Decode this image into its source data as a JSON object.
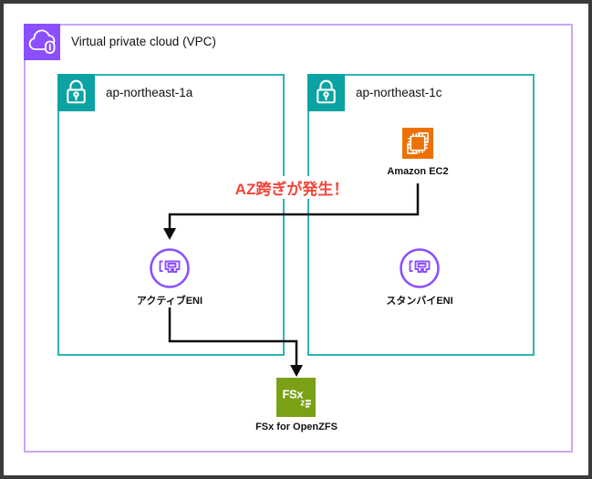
{
  "vpc": {
    "label": "Virtual private cloud (VPC)"
  },
  "azs": [
    {
      "label": "ap-northeast-1a"
    },
    {
      "label": "ap-northeast-1c"
    }
  ],
  "nodes": {
    "ec2": {
      "label": "Amazon EC2"
    },
    "active_eni": {
      "label": "アクティブENI"
    },
    "standby_eni": {
      "label": "スタンバイENI"
    },
    "fsx": {
      "label": "FSx for OpenZFS"
    }
  },
  "annotation": {
    "text": "AZ跨ぎが発生！"
  },
  "icons": {
    "vpc": "vpc-cloud-icon",
    "availability_zone": "lock-icon",
    "ec2": "ec2-chip-icon",
    "eni": "network-interface-icon",
    "fsx": "fsx-openzfs-icon"
  },
  "colors": {
    "vpc_border": "#c9a7f4",
    "vpc_icon_bg": "#8c4fff",
    "az_border": "#2fb3b5",
    "az_icon_bg": "#0aa2a2",
    "ec2_orange": "#ed7100",
    "eni_purple": "#8c4fff",
    "fsx_green": "#7aa116",
    "annotation_red": "#f04438",
    "arrow_black": "#0d0d0d"
  }
}
